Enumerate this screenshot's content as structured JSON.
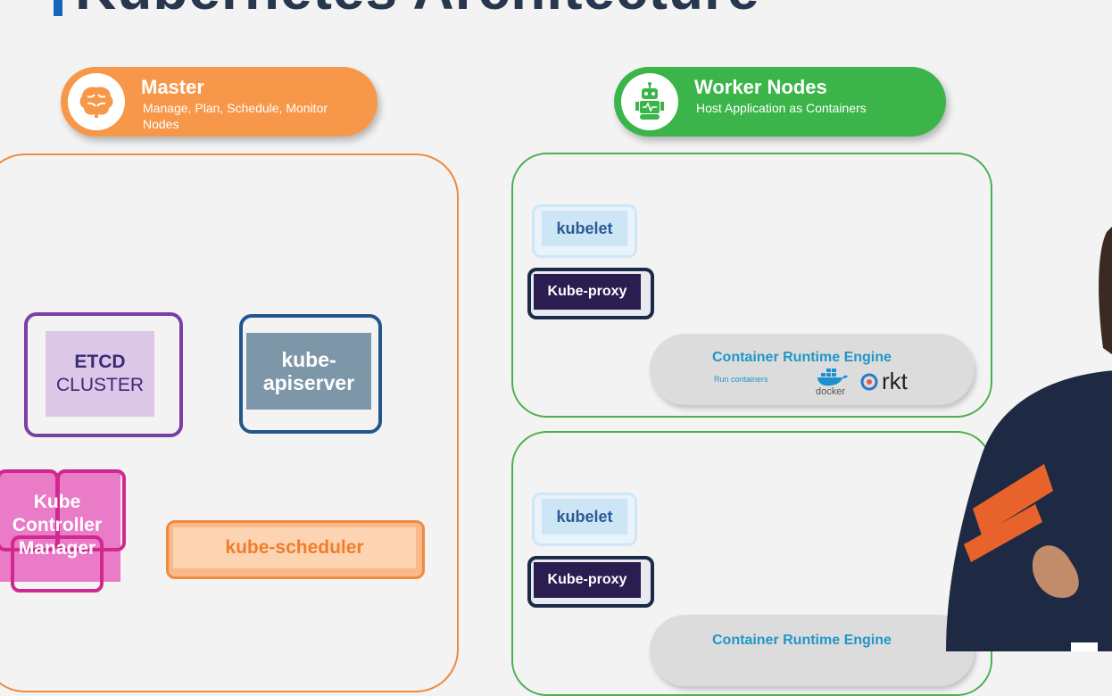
{
  "title": "Kubernetes Architecture",
  "master": {
    "title": "Master",
    "subtitle": "Manage, Plan, Schedule, Monitor Nodes",
    "icon": "brain-icon"
  },
  "worker": {
    "title": "Worker Nodes",
    "subtitle": "Host Application as Containers",
    "icon": "robot-icon"
  },
  "components": {
    "etcd_line1": "ETCD",
    "etcd_line2": "CLUSTER",
    "api_line1": "kube-",
    "api_line2": "apiserver",
    "kcm_line1": "Kube",
    "kcm_line2": "Controller",
    "kcm_line3": "Manager",
    "scheduler": "kube-scheduler"
  },
  "node1": {
    "kubelet": "kubelet",
    "proxy": "Kube-proxy",
    "runtime_title": "Container Runtime Engine",
    "runtime_sub": "Run containers",
    "docker": "docker",
    "rkt": "rkt"
  },
  "node2": {
    "kubelet": "kubelet",
    "proxy": "Kube-proxy",
    "runtime_title": "Container Runtime Engine"
  },
  "colors": {
    "master": "#f7974a",
    "worker": "#3bb54a",
    "etcd": "#7b3fa3",
    "apiserver": "#23568c",
    "controller": "#d1288f"
  }
}
